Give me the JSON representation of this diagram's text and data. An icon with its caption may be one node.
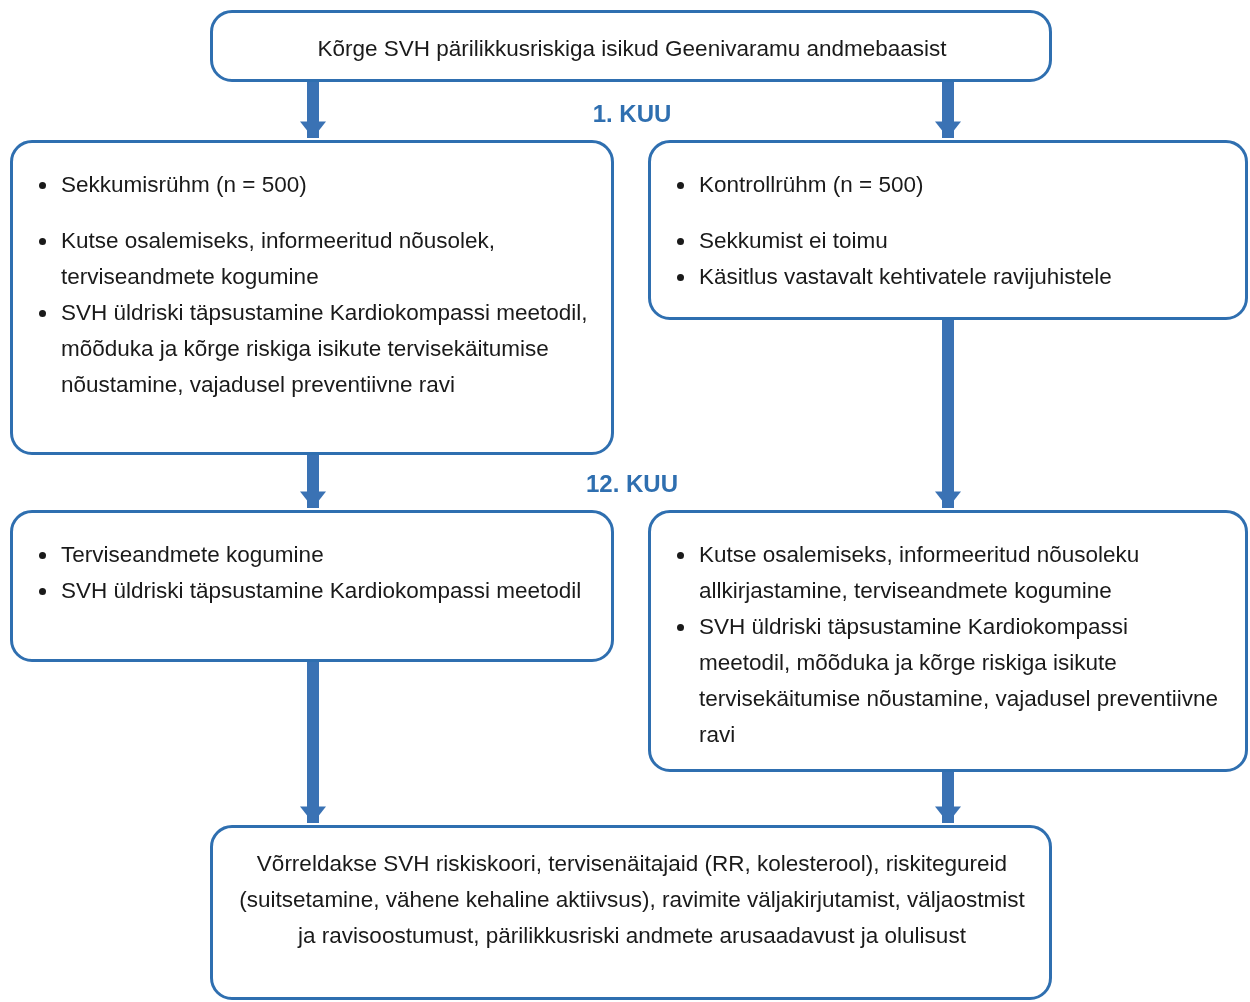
{
  "diagram": {
    "nodes": [
      {
        "text": [
          "Kõrge SVH pärilikkusriskiga isikud Geenivaramu andmebaasist"
        ]
      },
      {
        "text": [
          "Sekkumisrühm (n = 500)",
          "Kutse osalemiseks, informeeritud nõusolek, terviseandmete kogumine",
          "SVH üldriski täpsustamine Kardiokompassi meetodil, mõõduka ja kõrge riskiga isikute tervisekäitumise nõustamine, vajadusel preventiivne ravi"
        ]
      },
      {
        "text": [
          "Kontrollrühm (n = 500)",
          "Sekkumist ei toimu",
          "Käsitlus vastavalt kehtivatele ravijuhistele"
        ]
      },
      {
        "text": [
          "Terviseandmete kogumine",
          "SVH üldriski täpsustamine Kardiokompassi meetodil"
        ]
      },
      {
        "text": [
          "Kutse osalemiseks, informeeritud nõusoleku allkirjastamine, terviseandmete kogumine",
          "SVH üldriski täpsustamine Kardiokompassi meetodil, mõõduka ja kõrge riskiga isikute tervisekäitumise nõustamine, vajadusel preventiivne ravi"
        ]
      },
      {
        "text": [
          "Võrreldakse SVH riskiskoori, tervisenäitajaid (RR, kolesterool), riskitegureid (suitsetamine, vähene kehaline aktiivsus), ravimite väljakirjutamist, väljaostmist ja ravisoostumust, pärilikkusriski andmete arusaadavust ja olulisust"
        ]
      }
    ],
    "edges": [
      {
        "from": 0,
        "to": 1,
        "arrow": "to"
      },
      {
        "from": 0,
        "to": 2,
        "arrow": "to"
      },
      {
        "from": 1,
        "to": 3,
        "arrow": "to"
      },
      {
        "from": 2,
        "to": 4,
        "arrow": "to"
      },
      {
        "from": 3,
        "to": 5,
        "arrow": "to"
      },
      {
        "from": 4,
        "to": 5,
        "arrow": "to"
      }
    ],
    "labels": [
      "1. KUU",
      "12. KUU"
    ]
  }
}
